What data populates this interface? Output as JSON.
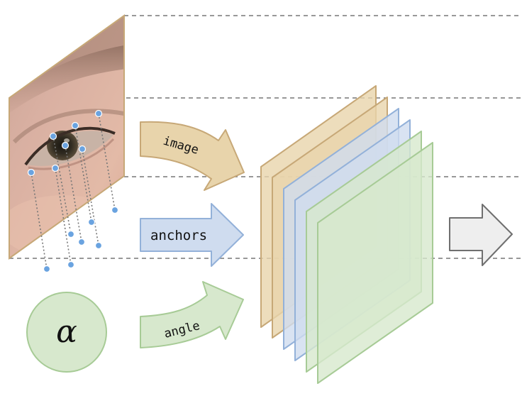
{
  "labels": {
    "image": "image",
    "anchors": "anchors",
    "angle": "angle",
    "alpha": "α"
  },
  "icons": {
    "eye_photo": "eye-closeup-image",
    "output_arrow": "right-arrow-icon"
  },
  "colors": {
    "image_fill": "#e8d4ab",
    "image_stroke": "#c7a877",
    "anchors_fill": "#cfdcef",
    "anchors_stroke": "#93b1d9",
    "angle_fill": "#d7e8cd",
    "angle_stroke": "#a7cb96",
    "output_fill": "#eeeeee",
    "output_stroke": "#6f6f6f",
    "landmark_dot": "#6aa3e0",
    "dashed_line": "#777777"
  }
}
